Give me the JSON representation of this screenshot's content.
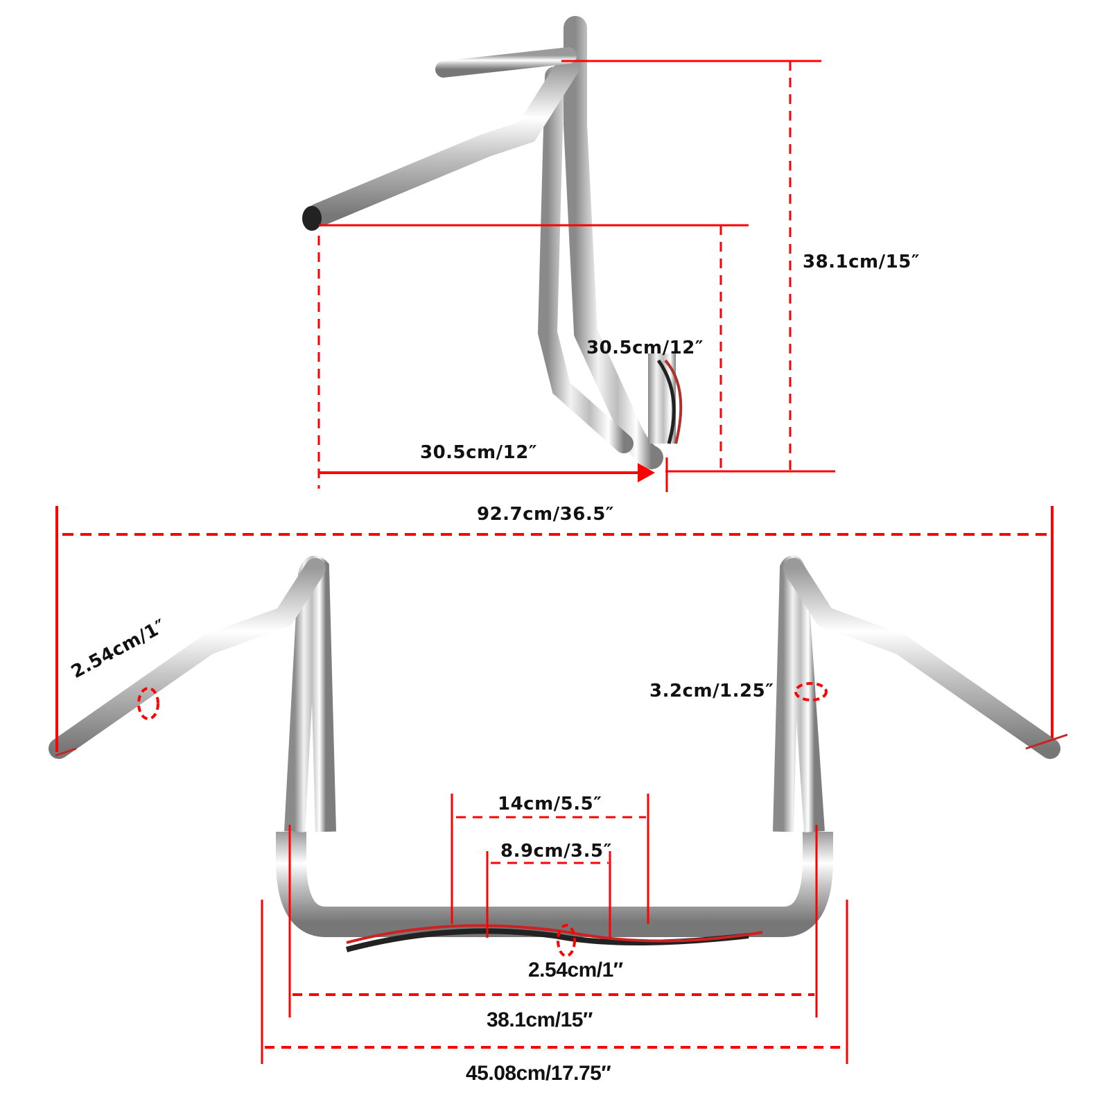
{
  "title": "Motorcycle handlebar dimension diagram",
  "colors": {
    "dimension_line": "#ff0000",
    "label_text": "#111111",
    "chrome": "#c9c9c9",
    "background": "#ffffff"
  },
  "side_view": {
    "rise_label": "38.1cm/15″",
    "pullback_label": "30.5cm/12″",
    "end_rise_label": "30.5cm/12″"
  },
  "front_view": {
    "overall_width_label": "92.7cm/36.5″",
    "grip_diameter_label": "2.54cm/1″",
    "tube_diameter_label": "3.2cm/1.25″",
    "knurl_outer_label": "14cm/5.5″",
    "knurl_inner_label": "8.9cm/3.5″",
    "center_diameter_label": "2.54cm/1″",
    "inner_width_label": "38.1cm/15″",
    "outer_width_label": "45.08cm/17.75″"
  }
}
